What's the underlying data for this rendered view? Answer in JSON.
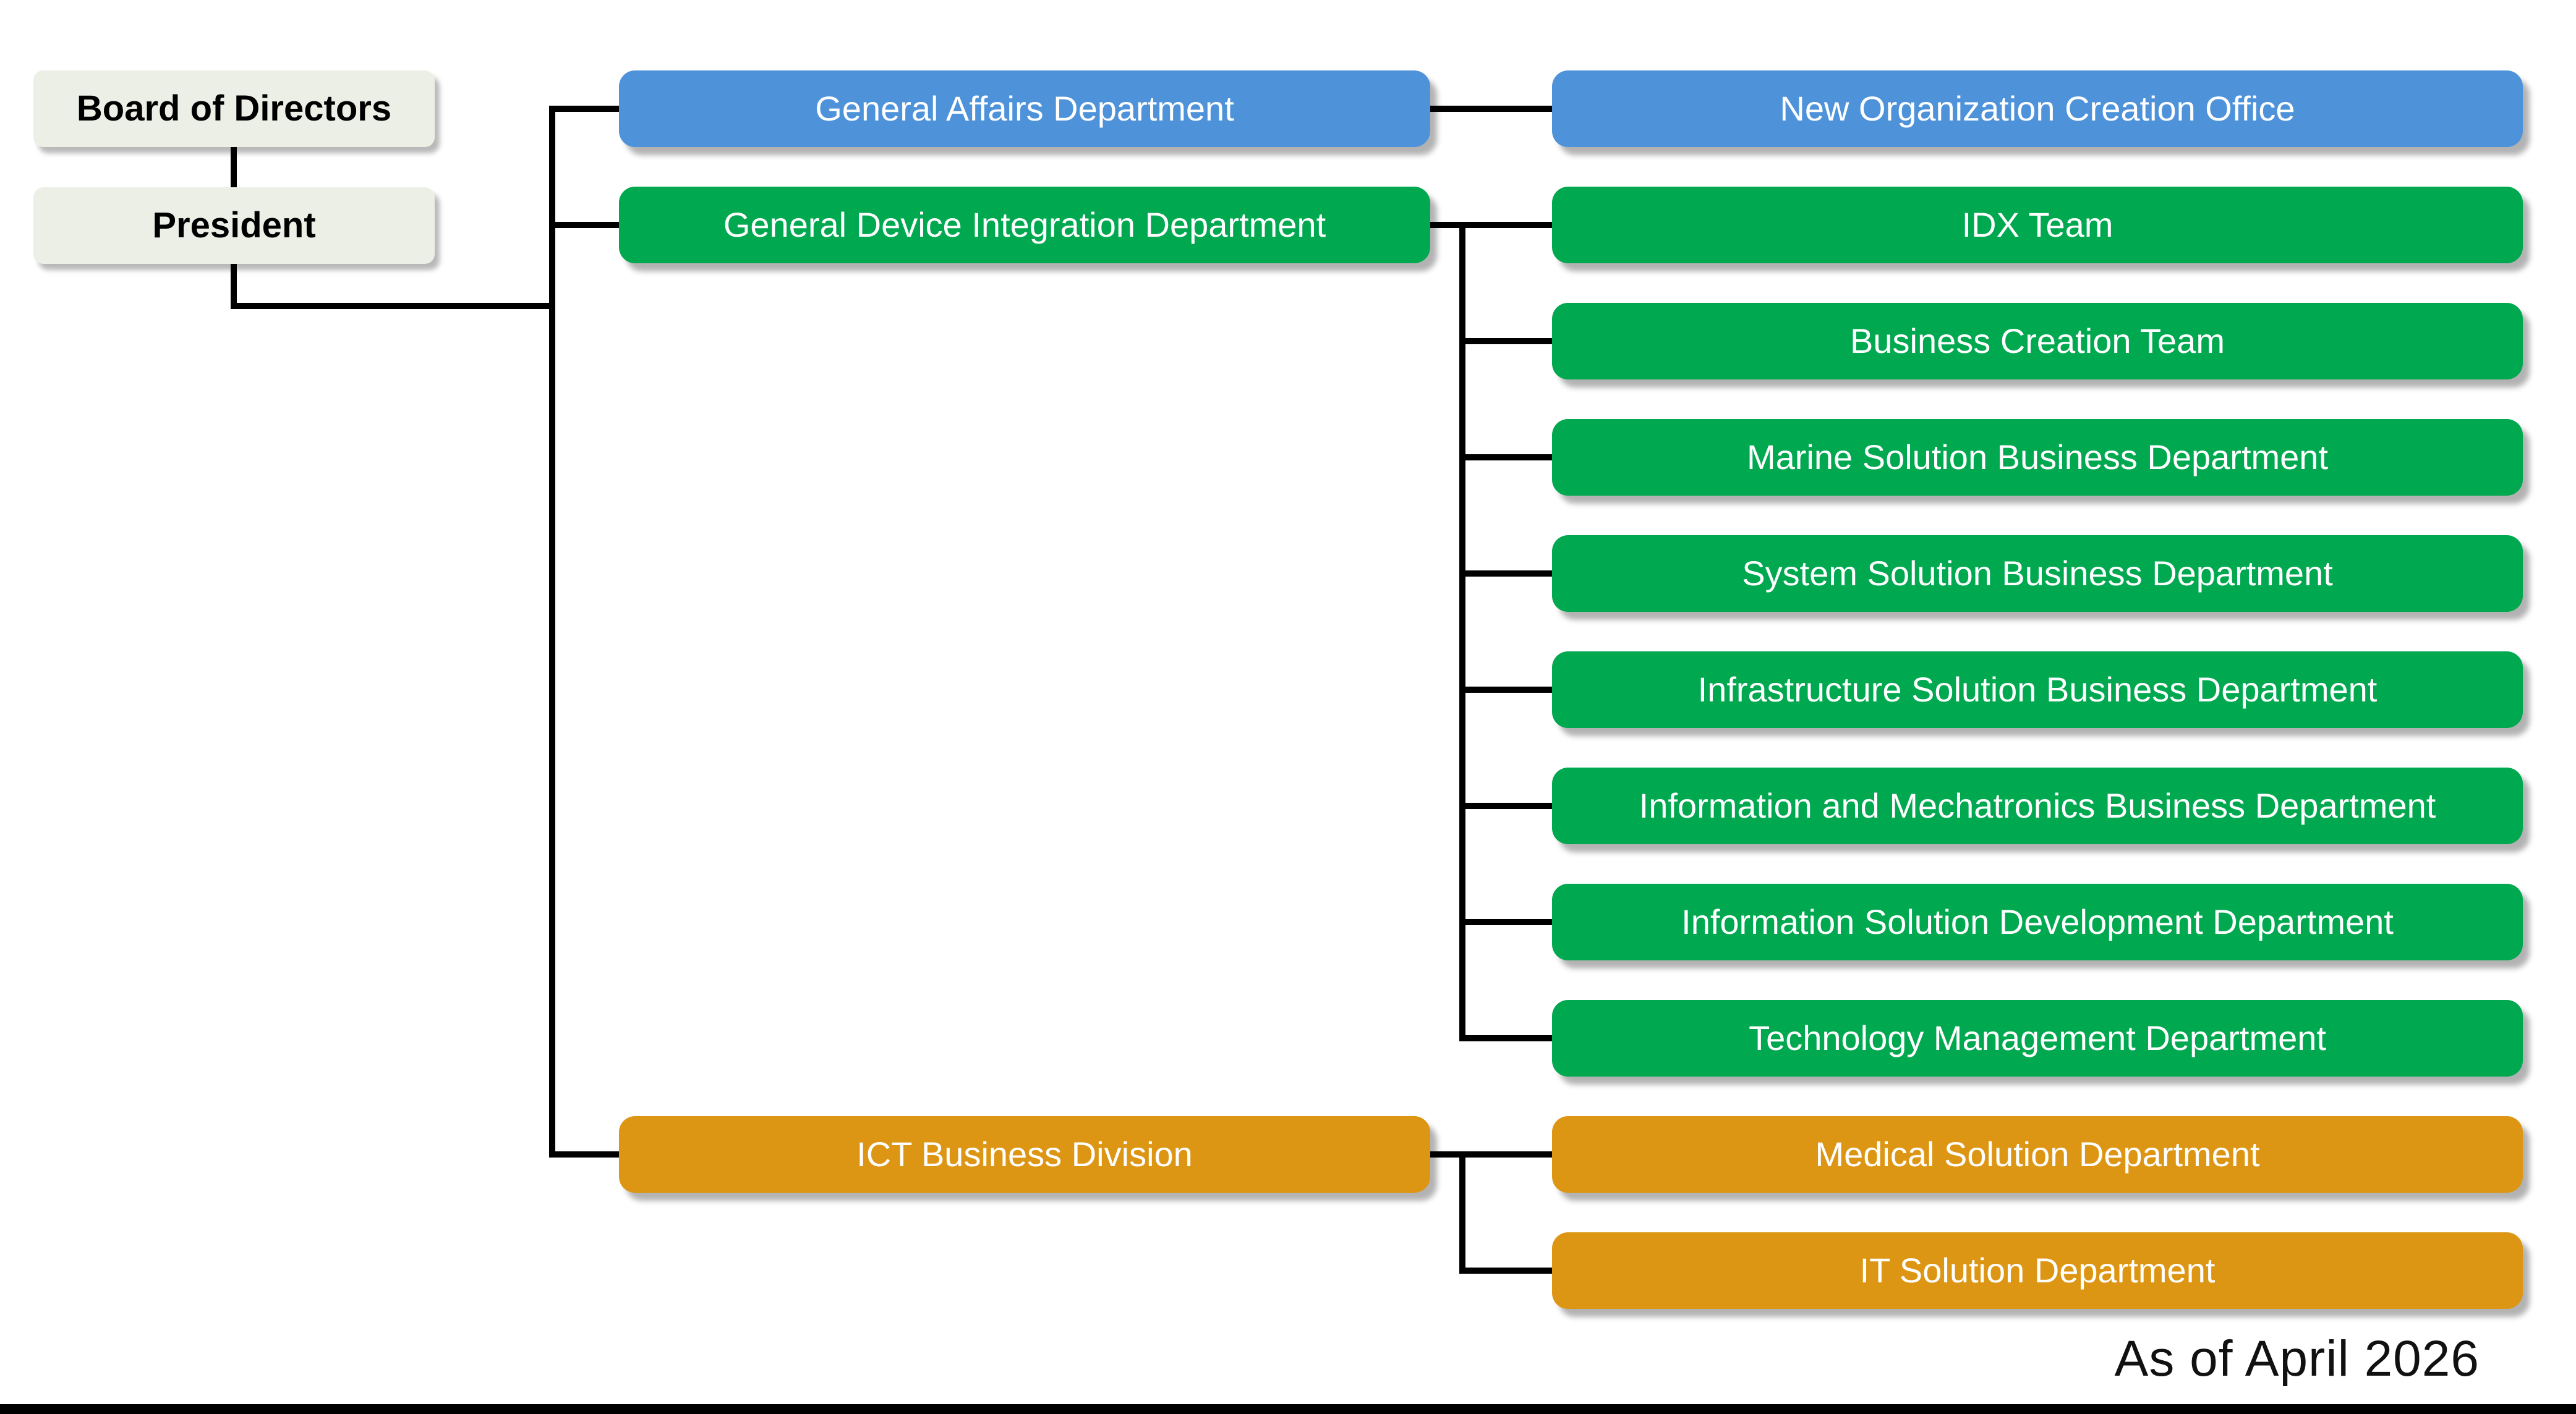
{
  "org": {
    "executive": [
      {
        "label": "Board of Directors"
      },
      {
        "label": "President"
      }
    ],
    "branches": [
      {
        "label": "General Affairs Department",
        "color": "#4E93DA",
        "children": [
          {
            "label": "New Organization Creation Office"
          }
        ]
      },
      {
        "label": "General Device Integration Department",
        "color": "#00A84F",
        "children": [
          {
            "label": "IDX Team"
          },
          {
            "label": "Business Creation Team"
          },
          {
            "label": "Marine Solution Business Department"
          },
          {
            "label": "System Solution Business Department"
          },
          {
            "label": "Infrastructure Solution Business Department"
          },
          {
            "label": "Information and Mechatronics Business Department"
          },
          {
            "label": "Information Solution Development Department"
          },
          {
            "label": "Technology Management Department"
          }
        ]
      },
      {
        "label": "ICT Business Division",
        "color": "#DD9614",
        "children": [
          {
            "label": "Medical Solution Department"
          },
          {
            "label": "IT Solution Department"
          }
        ]
      }
    ],
    "footnote": "As of April 2026",
    "colors": {
      "blue": "#4E93DA",
      "green": "#00A84F",
      "orange": "#DD9614",
      "executive_bg": "#ECEFE6",
      "line": "#000000",
      "bar": "#000000"
    }
  }
}
